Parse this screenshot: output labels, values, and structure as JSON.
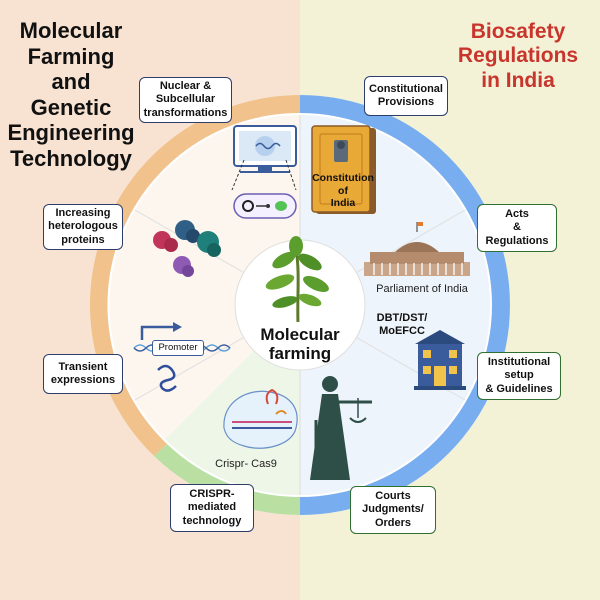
{
  "titles": {
    "left": [
      "Molecular",
      "Farming",
      "and",
      "Genetic",
      "Engineering",
      "Technology"
    ],
    "right": [
      "Biosafety",
      "Regulations",
      "in India"
    ]
  },
  "center": {
    "line1": "Molecular",
    "line2": "farming"
  },
  "left_labels": {
    "nuclear": [
      "Nuclear &",
      "Subcellular",
      "transformations"
    ],
    "heterologous": [
      "Increasing",
      "heterologous",
      "proteins"
    ],
    "transient": [
      "Transient",
      "expressions"
    ],
    "crispr": [
      "CRISPR-",
      "mediated",
      "technology"
    ]
  },
  "right_labels": {
    "constitutional": [
      "Constitutional",
      "Provisions"
    ],
    "acts": [
      "Acts",
      "&",
      "Regulations"
    ],
    "institutional": [
      "Institutional",
      "setup",
      "& Guidelines"
    ],
    "courts": [
      "Courts",
      "Judgments/",
      "Orders"
    ]
  },
  "inner": {
    "book": [
      "Constitution",
      "of",
      "India"
    ],
    "parliament": "Parliament of India",
    "ministries": [
      "DBT/DST/",
      "MoEFCC"
    ],
    "promoter": "Promoter",
    "crispr_cas": "Crispr- Cas9"
  },
  "colors": {
    "left_bg": "#f8e3d3",
    "right_bg": "#f3f1d6",
    "ring_orange": "#f2c28c",
    "ring_blue": "#78aef0",
    "ring_green": "#b9e0a2",
    "title_red": "#c8352d"
  },
  "icons": [
    "dna-computer-icon",
    "plasmid-icon",
    "protein-icon",
    "promoter-dna-icon",
    "crispr-icon",
    "plant-icon",
    "book-icon",
    "parliament-icon",
    "building-icon",
    "justice-icon"
  ]
}
